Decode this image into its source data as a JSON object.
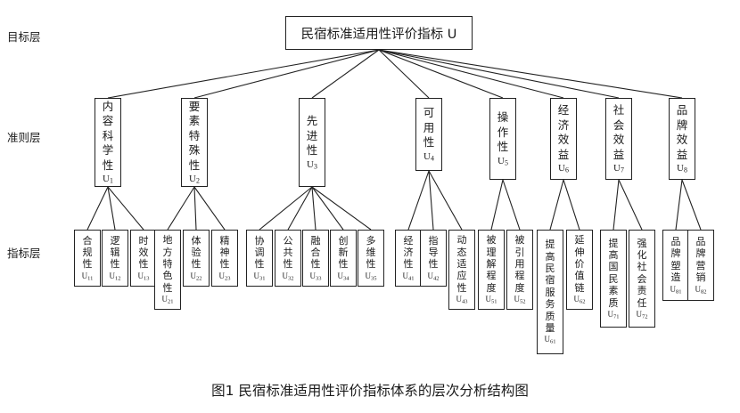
{
  "levels": {
    "goal": "目标层",
    "criteria": "准则层",
    "indicator": "指标层"
  },
  "root": {
    "text": "民宿标准适用性评价指标 U"
  },
  "criteria": [
    {
      "label": "内容科学性",
      "code": "U",
      "sub": "1",
      "indicators": [
        {
          "label": "合规性",
          "code": "U",
          "sub": "11"
        },
        {
          "label": "逻辑性",
          "code": "U",
          "sub": "12"
        },
        {
          "label": "时效性",
          "code": "U",
          "sub": "13"
        }
      ]
    },
    {
      "label": "要素特殊性",
      "code": "U",
      "sub": "2",
      "indicators": [
        {
          "label": "地方特色性",
          "code": "U",
          "sub": "21"
        },
        {
          "label": "体验性",
          "code": "U",
          "sub": "22"
        },
        {
          "label": "精神性",
          "code": "U",
          "sub": "23"
        }
      ]
    },
    {
      "label": "先进性",
      "code": "U",
      "sub": "3",
      "indicators": [
        {
          "label": "协调性",
          "code": "U",
          "sub": "31"
        },
        {
          "label": "公共性",
          "code": "U",
          "sub": "32"
        },
        {
          "label": "融合性",
          "code": "U",
          "sub": "33"
        },
        {
          "label": "创新性",
          "code": "U",
          "sub": "34"
        },
        {
          "label": "多维性",
          "code": "U",
          "sub": "35"
        }
      ]
    },
    {
      "label": "可用性",
      "code": "U",
      "sub": "4",
      "indicators": [
        {
          "label": "经济性",
          "code": "U",
          "sub": "41"
        },
        {
          "label": "指导性",
          "code": "U",
          "sub": "42"
        },
        {
          "label": "动态适应性",
          "code": "U",
          "sub": "43"
        }
      ]
    },
    {
      "label": "操作性",
      "code": "U",
      "sub": "5",
      "indicators": [
        {
          "label": "被理解程度",
          "code": "U",
          "sub": "51"
        },
        {
          "label": "被引用程度",
          "code": "U",
          "sub": "52"
        }
      ]
    },
    {
      "label": "经济效益",
      "code": "U",
      "sub": "6",
      "indicators": [
        {
          "label": "提高民宿服务质量",
          "code": "U",
          "sub": "61"
        },
        {
          "label": "延伸价值链",
          "code": "U",
          "sub": "62"
        }
      ]
    },
    {
      "label": "社会效益",
      "code": "U",
      "sub": "7",
      "indicators": [
        {
          "label": "提高国民素质",
          "code": "U",
          "sub": "71"
        },
        {
          "label": "强化社会责任",
          "code": "U",
          "sub": "72"
        }
      ]
    },
    {
      "label": "品牌效益",
      "code": "U",
      "sub": "8",
      "indicators": [
        {
          "label": "品牌塑造",
          "code": "U",
          "sub": "81"
        },
        {
          "label": "品牌营销",
          "code": "U",
          "sub": "82"
        }
      ]
    }
  ],
  "caption": "图1  民宿标准适用性评价指标体系的层次分析结构图"
}
